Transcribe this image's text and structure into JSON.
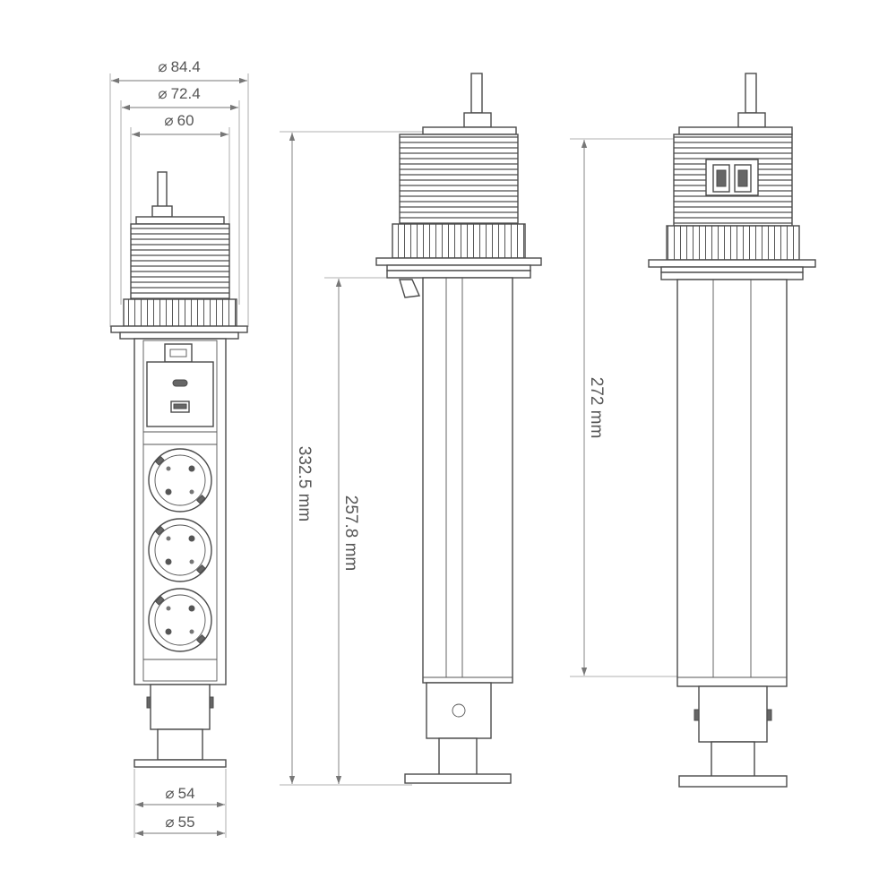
{
  "diagram": {
    "front_view": {
      "top_diameters": [
        "84.4",
        "72.4",
        "60"
      ],
      "bottom_diameters": [
        "54",
        "55"
      ],
      "diameter_symbol": "⌀"
    },
    "side_view": {
      "dims": [
        "332.5 mm",
        "257.8 mm"
      ]
    },
    "back_view": {
      "dims": [
        "272 mm"
      ]
    }
  },
  "colors": {
    "line": "#4a4a4a",
    "dimension": "#777777",
    "text": "#555555"
  }
}
